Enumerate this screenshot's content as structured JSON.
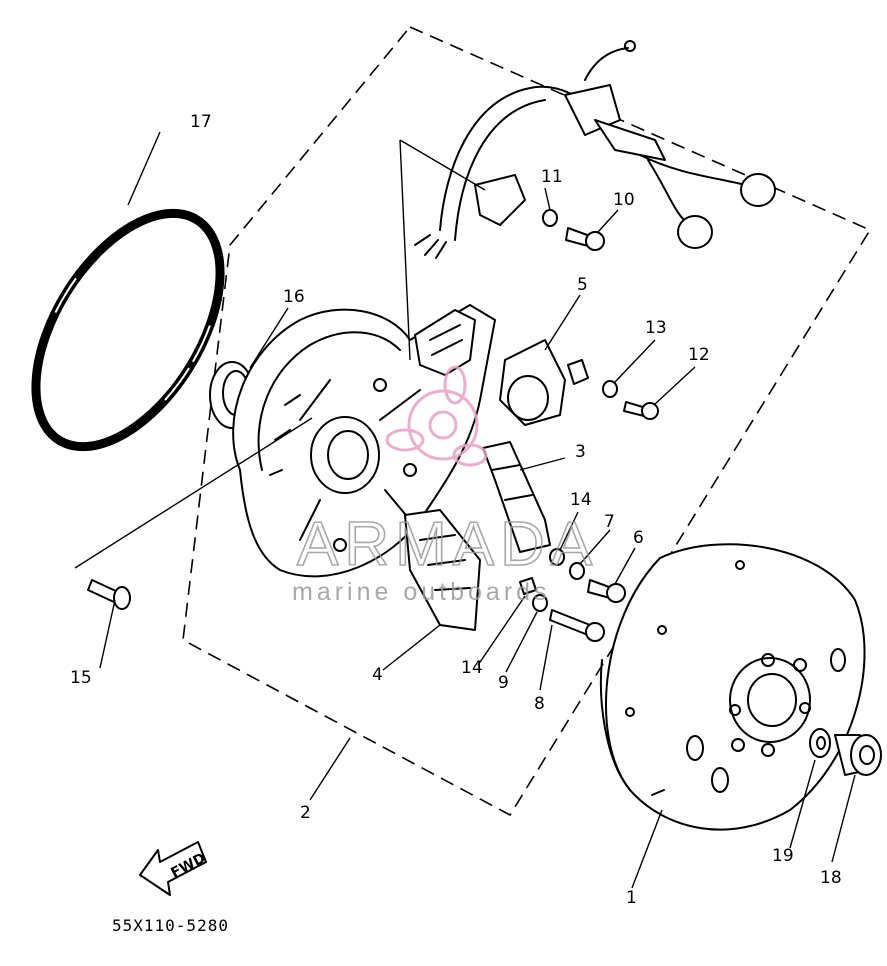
{
  "diagram": {
    "part_code": "55X110-5280",
    "direction_label": "FWD",
    "watermark": {
      "brand": "ARMADA",
      "tagline": "marine outboards",
      "color": "#e6a2c4",
      "text_color": "#9a9a9a"
    },
    "callouts": [
      {
        "id": "c1",
        "label": "1"
      },
      {
        "id": "c2",
        "label": "2"
      },
      {
        "id": "c3",
        "label": "3"
      },
      {
        "id": "c4",
        "label": "4"
      },
      {
        "id": "c5",
        "label": "5"
      },
      {
        "id": "c6",
        "label": "6"
      },
      {
        "id": "c7",
        "label": "7"
      },
      {
        "id": "c8",
        "label": "8"
      },
      {
        "id": "c9",
        "label": "9"
      },
      {
        "id": "c10",
        "label": "10"
      },
      {
        "id": "c11",
        "label": "11"
      },
      {
        "id": "c12",
        "label": "12"
      },
      {
        "id": "c13",
        "label": "13"
      },
      {
        "id": "c14a",
        "label": "14"
      },
      {
        "id": "c14b",
        "label": "14"
      },
      {
        "id": "c15",
        "label": "15"
      },
      {
        "id": "c16",
        "label": "16"
      },
      {
        "id": "c17",
        "label": "17"
      },
      {
        "id": "c18",
        "label": "18"
      },
      {
        "id": "c19",
        "label": "19"
      }
    ]
  }
}
